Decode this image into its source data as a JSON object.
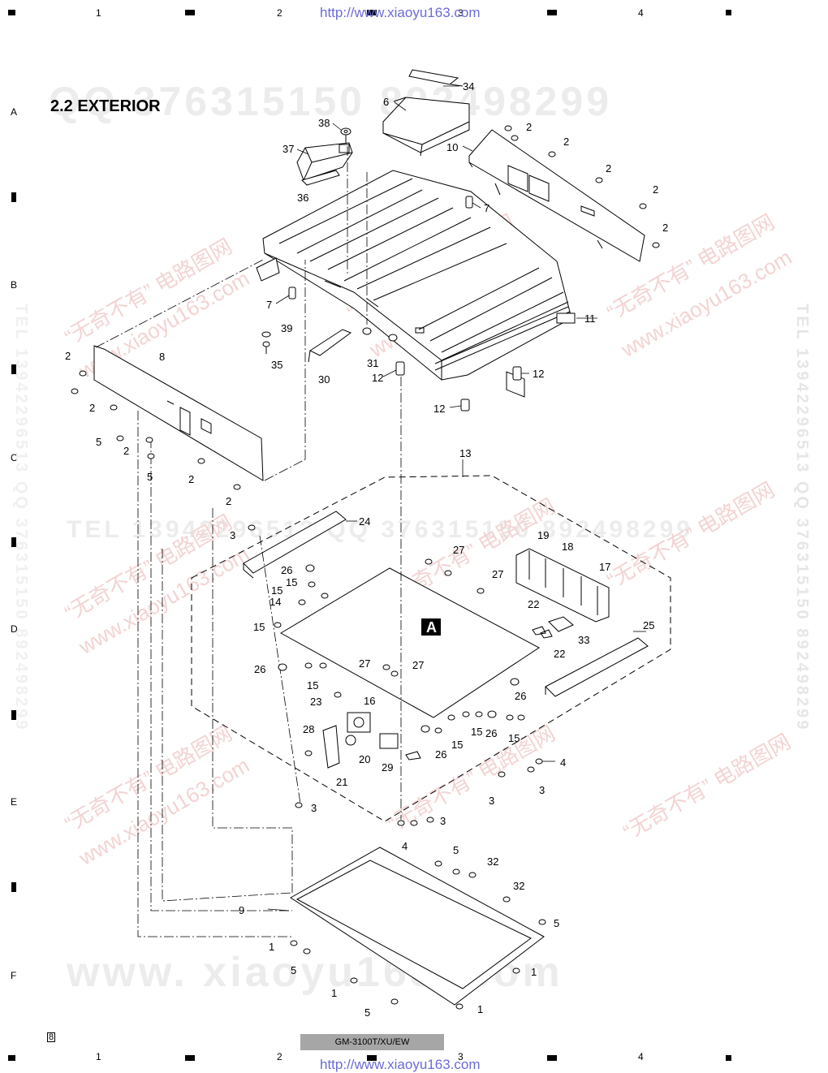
{
  "header": {
    "url": "http://www.xiaoyu163.com",
    "columns": [
      "1",
      "2",
      "3",
      "4"
    ]
  },
  "side_letters": [
    "A",
    "B",
    "C",
    "D",
    "E",
    "F"
  ],
  "section_title": "2.2 EXTERIOR",
  "watermarks": {
    "qq_line": "QQ 376315150  892498299",
    "tel_line": "TEL 13942296513  QQ 376315150  892498299",
    "vertical_right_1": "TEL 13942296513  QQ 376315150  892498299",
    "vertical_right_2": "TEL 13942296513  QQ 376315150  892498299",
    "site_big": "www. xiaoyu163. com",
    "red_brand": "“无奇不有” 电路图网",
    "red_site": "www.xiaoyu163.com"
  },
  "callouts": {
    "a34": "34",
    "a6": "6",
    "a38": "38",
    "a37": "37",
    "a36": "36",
    "a10": "10",
    "a2a": "2",
    "a2b": "2",
    "a2c": "2",
    "a2d": "2",
    "a2e": "2",
    "a7a": "7",
    "a7b": "7",
    "a39": "39",
    "a35": "35",
    "a30": "30",
    "a31": "31",
    "a12a": "12",
    "a12b": "12",
    "a12c": "12",
    "a11": "11",
    "a8": "8",
    "a2f": "2",
    "a2g": "2",
    "a5a": "5",
    "a2h": "2",
    "a5b": "5",
    "a2i": "2",
    "a2j": "2",
    "a13": "13",
    "a24": "24",
    "a3a": "3",
    "a19": "19",
    "a18": "18",
    "a17": "17",
    "a27a": "27",
    "a27b": "27",
    "a26a": "26",
    "a15a": "15",
    "a15b": "15",
    "a14": "14",
    "a15c": "15",
    "a22a": "22",
    "a22b": "22",
    "a33": "33",
    "a25": "25",
    "a26b": "26",
    "a27c": "27",
    "a27d": "27",
    "a15d": "15",
    "a23": "23",
    "a16": "16",
    "a28": "28",
    "a20": "20",
    "a29": "29",
    "a21": "21",
    "a26c": "26",
    "a15e": "15",
    "a26d": "26",
    "a15f": "15",
    "a15g": "15",
    "a26e": "26",
    "a4a": "4",
    "a3b": "3",
    "a3c": "3",
    "a3d": "3",
    "a3e": "3",
    "a4b": "4",
    "a5c": "5",
    "a32a": "32",
    "a32b": "32",
    "a9": "9",
    "a5d": "5",
    "a1a": "1",
    "a5e": "5",
    "a1b": "1",
    "a1c": "1",
    "a5f": "5",
    "a1d": "1"
  },
  "board_label": "A",
  "footer": {
    "page": "8",
    "model": "GM-3100T/XU/EW",
    "url": "http://www.xiaoyu163.com"
  }
}
